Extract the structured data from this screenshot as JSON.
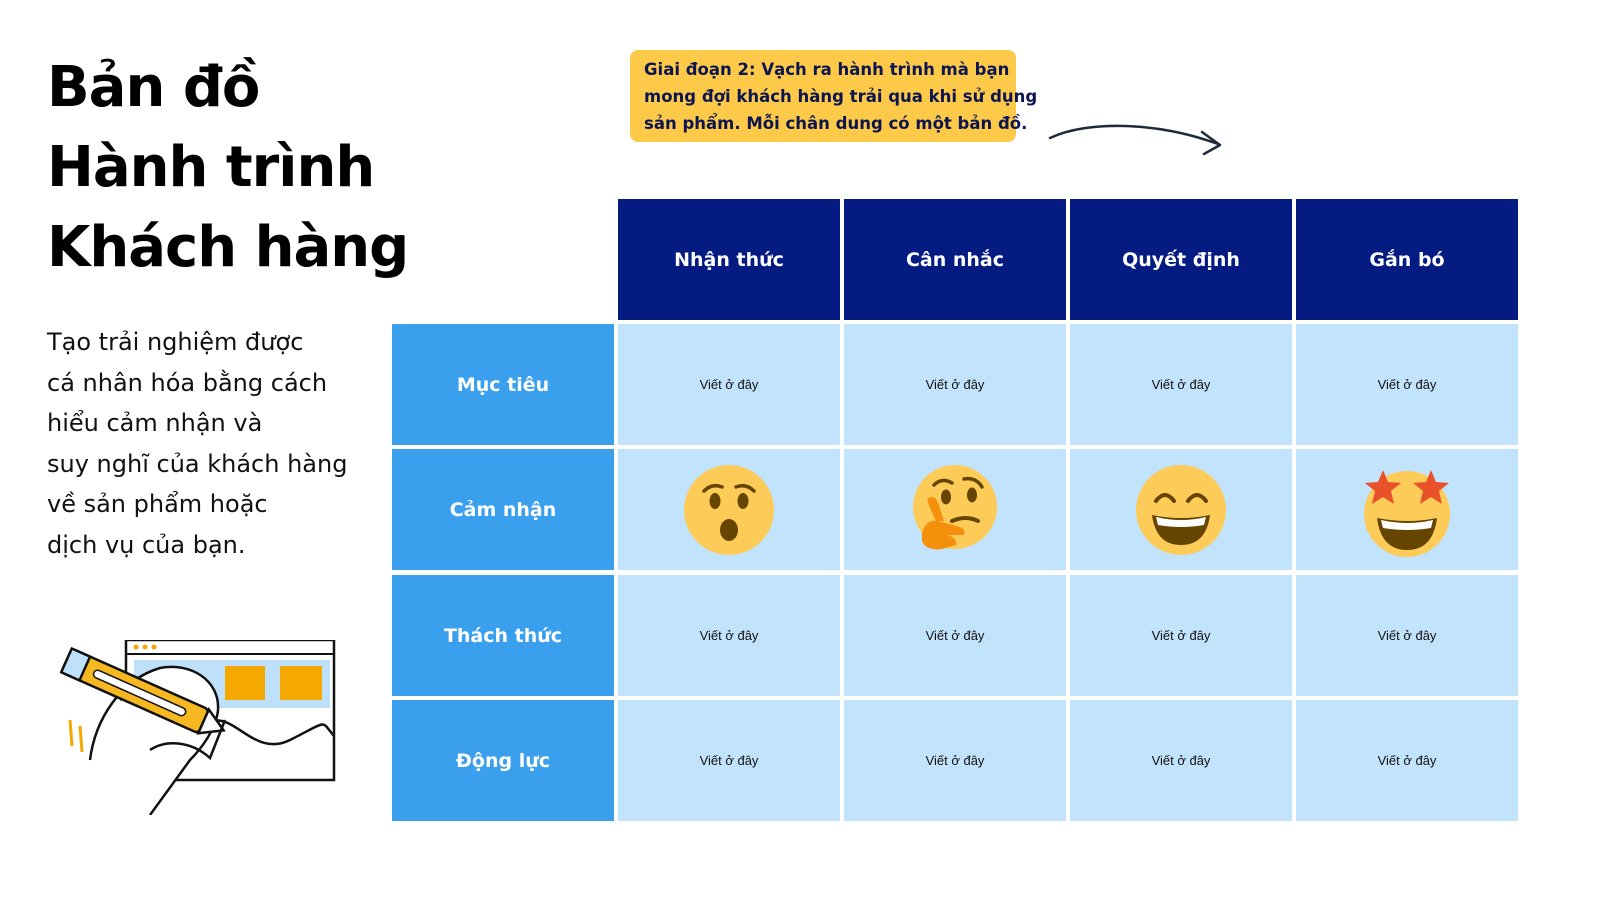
{
  "title_lines": [
    "Bản đồ",
    "Hành trình",
    "Khách hàng"
  ],
  "description_lines": [
    "Tạo trải nghiệm được",
    "cá nhân hóa bằng cách",
    "hiểu cảm nhận và",
    "suy nghĩ của khách hàng",
    "về sản phẩm hoặc",
    "dịch vụ của bạn."
  ],
  "note_lines": [
    "Giai đoạn 2: Vạch ra hành trình mà bạn",
    "mong đợi khách hàng trải qua khi sử dụng",
    "sản phẩm. Mỗi chân dung có một bản đồ."
  ],
  "columns": [
    "Nhận thức",
    "Cân nhắc",
    "Quyết định",
    "Gắn bó"
  ],
  "rows": [
    {
      "label": "Mục tiêu",
      "cells": [
        "Viết ở đây",
        "Viết ở đây",
        "Viết ở đây",
        "Viết ở đây"
      ]
    },
    {
      "label": "Cảm nhận",
      "emojis": [
        "hushed-face-icon",
        "thinking-face-icon",
        "grinning-smiling-eyes-icon",
        "star-struck-icon"
      ]
    },
    {
      "label": "Thách thức",
      "cells": [
        "Viết ở đây",
        "Viết ở đây",
        "Viết ở đây",
        "Viết ở đây"
      ]
    },
    {
      "label": "Động lực",
      "cells": [
        "Viết ở đây",
        "Viết ở đây",
        "Viết ở đây",
        "Viết ở đây"
      ]
    }
  ],
  "colors": {
    "header_bg": "#041C82",
    "row_label_bg": "#3AA0EE",
    "cell_bg": "#C2E3FC",
    "note_bg": "#FCC949",
    "emoji_yellow": "#FDCB58"
  }
}
